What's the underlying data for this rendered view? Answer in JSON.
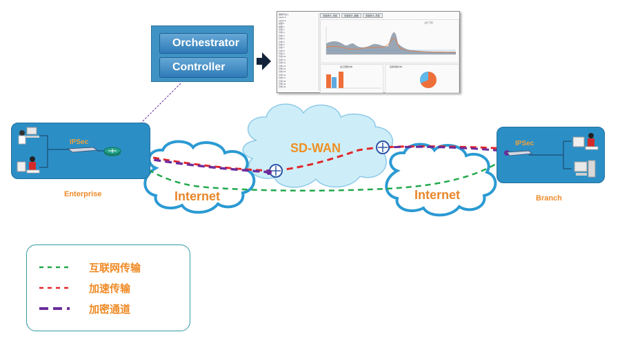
{
  "orchestrator": {
    "label": "Orchestrator"
  },
  "controller": {
    "label": "Controller"
  },
  "screenshot": {
    "tabs": [
      "流量统计_流量",
      "流量统计_链路",
      "流量统计_质量"
    ],
    "tree_items": [
      "控制节点 ▸",
      "  saas1.a",
      "  saas2.a",
      "  总部 1",
      "  总部 2",
      "  分支 1",
      "  分支 2",
      "  分支 3",
      "  分支 4",
      "  分支 5",
      "  分支 6",
      "  分支 7",
      "  分支 8",
      "  分支 9",
      "  分支 10",
      "  分支 11",
      "  分支 12",
      "  分支 13",
      "  分支 14",
      "  分支 15",
      "  分支 16",
      "  分支 17",
      "  分支 18",
      "  分支 19",
      "  分支 20"
    ],
    "chart_legend": "上行 下行",
    "bar_title": "出口流量分布",
    "pie_title": "应用流量分布"
  },
  "enterprise": {
    "ipsec": "IPSec",
    "label": "Enterprise"
  },
  "branch": {
    "ipsec": "IPSec",
    "label": "Branch"
  },
  "clouds": {
    "sdwan": "SD-WAN",
    "internet_left": "Internet",
    "internet_right": "Internet"
  },
  "legend": {
    "items": [
      {
        "label": "互联网传输",
        "color": "#21a84a"
      },
      {
        "label": "加速传输",
        "color": "#e2262b"
      },
      {
        "label": "加密通道",
        "color": "#6a2c9b"
      }
    ]
  },
  "colors": {
    "site_blue": "#2b8fc6",
    "orange": "#f09022",
    "cloud_fill": "#cdeef8",
    "cloud_stroke": "#2b9ad3"
  }
}
